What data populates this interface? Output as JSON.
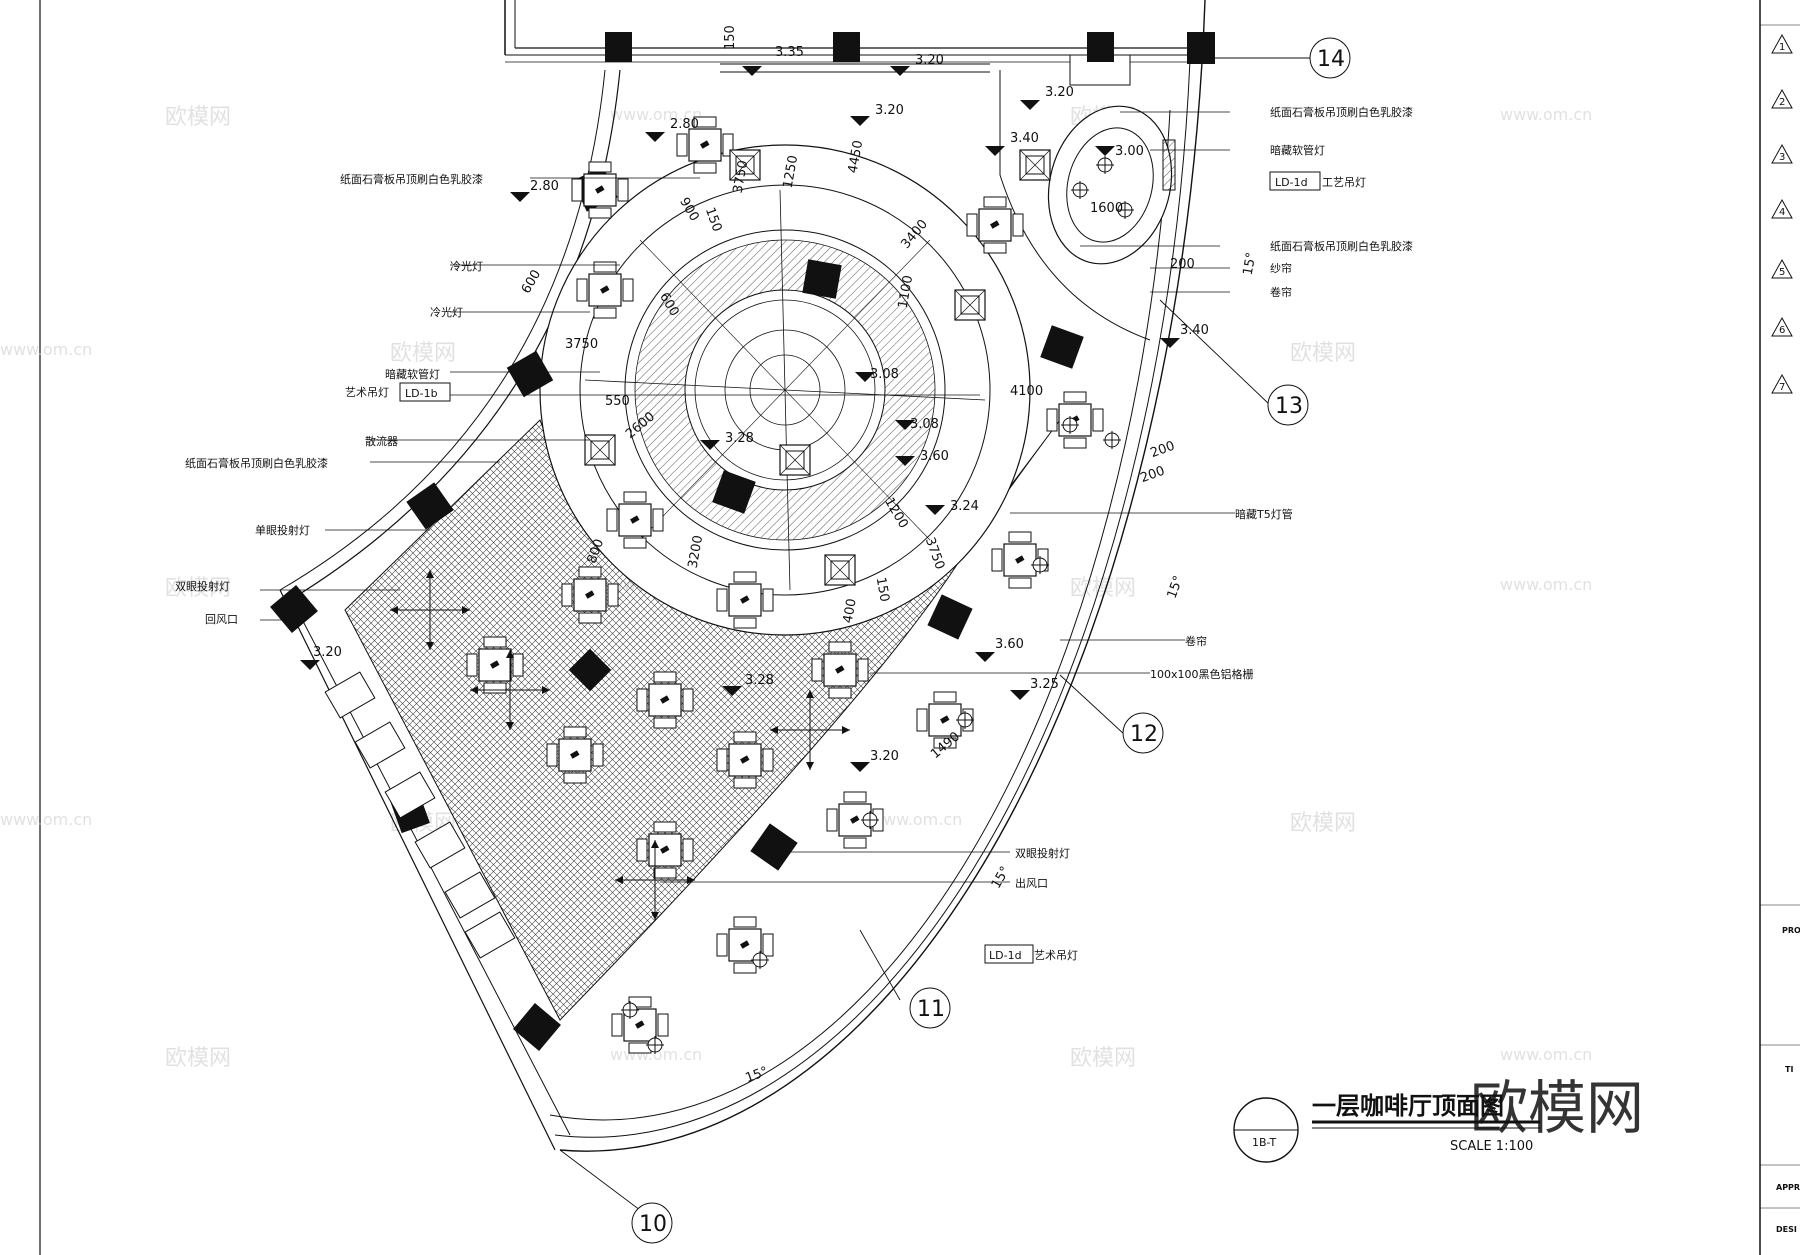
{
  "drawing": {
    "title": "一层咖啡厅顶面图",
    "scale": "SCALE  1:100",
    "code": "1B-T",
    "logo": "欧模网",
    "watermark_text": "欧模网",
    "watermark_url": "www.om.cn"
  },
  "axes": [
    "14",
    "13",
    "12",
    "11",
    "10"
  ],
  "annotations": {
    "gypsum_ceiling": "纸面石膏板吊顶刷白色乳胶漆",
    "concealed_tube": "暗藏软管灯",
    "craft_pendant": "工艺吊灯",
    "sheer_curtain": "纱帘",
    "roller_blind": "卷帘",
    "cold_light": "冷光灯",
    "art_pendant": "艺术吊灯",
    "diffuser": "散流器",
    "single_downlight": "单眼投射灯",
    "double_downlight": "双眼投射灯",
    "return_air": "回风口",
    "concealed_t5": "暗藏T5灯管",
    "grille": "100x100黑色铝格栅",
    "supply_air": "出风口",
    "tag_ld1b": "LD-1b",
    "tag_ld1d_top": "LD-1d",
    "tag_ld1d_bottom": "LD-1d"
  },
  "levels": [
    "3.35",
    "3.20",
    "2.80",
    "3.20",
    "3.20",
    "3.40",
    "3.00",
    "2.80",
    "3.40",
    "3.08",
    "3.28",
    "3.08",
    "3.60",
    "3.24",
    "3.20",
    "3.60",
    "3.25",
    "3.20",
    "3.28"
  ],
  "dimensions": [
    "150",
    "3750",
    "1250",
    "4450",
    "3400",
    "1100",
    "4100",
    "900",
    "150",
    "600",
    "600",
    "3750",
    "550",
    "2600",
    "3200",
    "1200",
    "3750",
    "150",
    "200",
    "200",
    "1490",
    "400",
    "800",
    "1600",
    "200"
  ],
  "angles": [
    "15°",
    "15°",
    "15°",
    "15°"
  ],
  "title_block": {
    "revisions": [
      "1",
      "2",
      "3",
      "4",
      "5",
      "6",
      "7"
    ],
    "labels": [
      "PRO",
      "TI",
      "APPR",
      "DESI"
    ]
  }
}
